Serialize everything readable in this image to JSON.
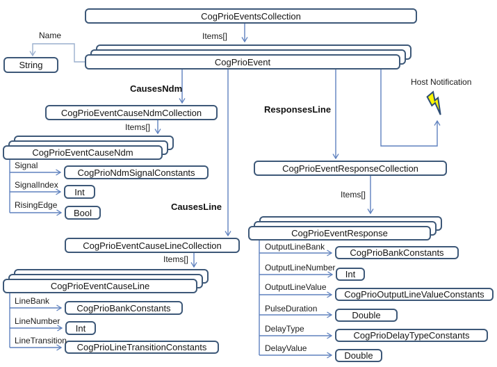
{
  "colors": {
    "box_border": "#3D5878",
    "connector": "#5E81BE",
    "connector_light": "#9AAFCE",
    "bolt_fill": "#FCF600",
    "bolt_stroke": "#2E4D75"
  },
  "labels": {
    "name": "Name",
    "items": "Items[]",
    "causes_ndm": "CausesNdm",
    "causes_line": "CausesLine",
    "responses_line": "ResponsesLine",
    "host_notification": "Host Notification"
  },
  "nodes": {
    "events_collection": "CogPrioEventsCollection",
    "event": "CogPrioEvent",
    "string": "String",
    "cause_ndm_collection": "CogPrioEventCauseNdmCollection",
    "cause_ndm": "CogPrioEventCauseNdm",
    "ndm_signal_constants": "CogPrioNdmSignalConstants",
    "int": "Int",
    "bool": "Bool",
    "cause_line_collection": "CogPrioEventCauseLineCollection",
    "cause_line": "CogPrioEventCauseLine",
    "bank_constants": "CogPrioBankConstants",
    "line_transition_constants": "CogPrioLineTransitionConstants",
    "response_collection": "CogPrioEventResponseCollection",
    "response": "CogPrioEventResponse",
    "output_line_value_constants": "CogPrioOutputLineValueConstants",
    "double": "Double",
    "delay_type_constants": "CogPrioDelayTypeConstants"
  },
  "attributes": {
    "cause_ndm": [
      "Signal",
      "SignalIndex",
      "RisingEdge"
    ],
    "cause_line": [
      "LineBank",
      "LineNumber",
      "LineTransition"
    ],
    "response": [
      "OutputLineBank",
      "OutputLineNumber",
      "OutputLineValue",
      "PulseDuration",
      "DelayType",
      "DelayValue"
    ]
  }
}
